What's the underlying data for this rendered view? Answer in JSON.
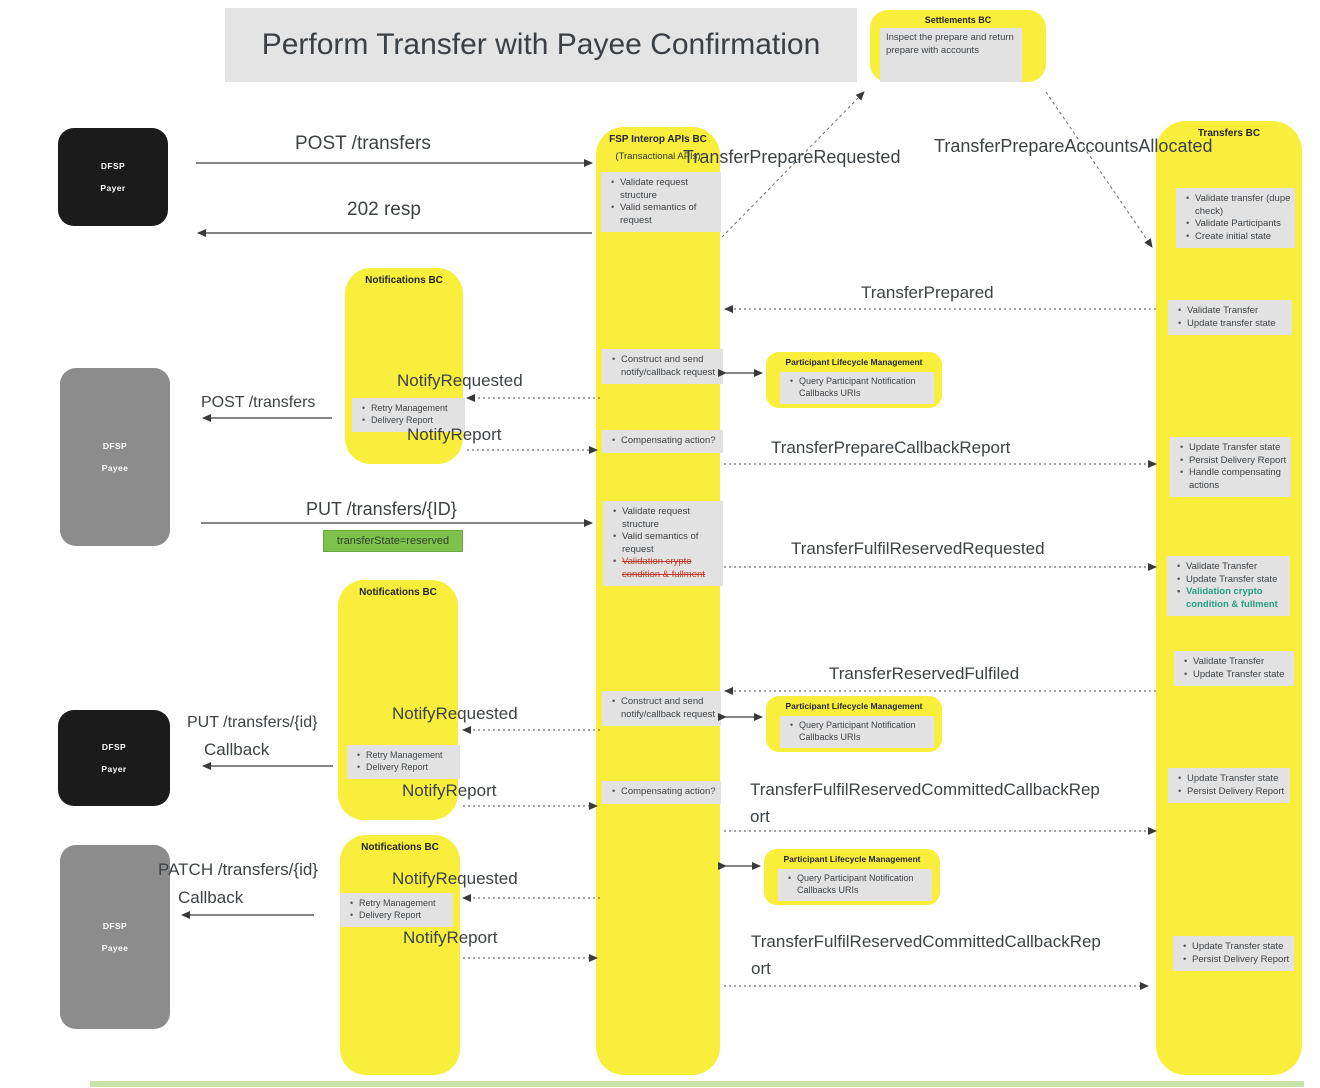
{
  "title": "Perform Transfer with Payee Confirmation",
  "settlements": {
    "title": "Settlements BC",
    "note": "Inspect the prepare and return prepare with accounts"
  },
  "actors": {
    "payer": {
      "line1": "DFSP",
      "line2": "Payer"
    },
    "payee": {
      "line1": "DFSP",
      "line2": "Payee"
    }
  },
  "lanes": {
    "fsp": {
      "title": "FSP Interop APIs BC",
      "subtitle": "(Transactional APIs)"
    },
    "transfers": {
      "title": "Transfers BC"
    },
    "notifications": {
      "title": "Notifications BC"
    }
  },
  "plm": {
    "title": "Participant Lifecycle Management",
    "item": "Query Participant Notification Callbacks URIs"
  },
  "notes": {
    "fsp_validate1": [
      "Validate request structure",
      "Valid semantics of request"
    ],
    "fsp_construct": [
      "Construct and send notify/callback request"
    ],
    "fsp_compensating": [
      "Compensating action?"
    ],
    "fsp_validate2": [
      "Validate request structure",
      "Valid semantics of request",
      "Validation crypto condition & fullment"
    ],
    "notif_retry": [
      "Retry Management",
      "Delivery Report"
    ],
    "tr_initial": [
      "Validate transfer (dupe check)",
      "Validate Participants",
      "Create initial state"
    ],
    "tr_validate_update": [
      "Validate Transfer",
      "Update transfer state"
    ],
    "tr_update_persist_handle": [
      "Update Transfer state",
      "Persist Delivery Report",
      "Handle compensating actions"
    ],
    "tr_validate_crypto": [
      "Validate Transfer",
      "Update Transfer state",
      "Validation crypto condition & fullment"
    ],
    "tr_validate_update2": [
      "Validate Transfer",
      "Update Transfer state"
    ],
    "tr_update_persist": [
      "Update Transfer state",
      "Persist Delivery Report"
    ]
  },
  "messages": {
    "post_transfers": "POST /transfers",
    "resp_202": "202 resp",
    "transfer_prepare_requested": "TransferPrepareRequested",
    "transfer_prepare_accounts_allocated": "TransferPrepareAccountsAllocated",
    "transfer_prepared": "TransferPrepared",
    "notify_requested": "NotifyRequested",
    "notify_report": "NotifyReport",
    "transfer_prepare_callback_report": "TransferPrepareCallbackReport",
    "put_transfers_id_upper": "PUT /transfers/{ID}",
    "transfer_state_reserved": "transferState=reserved",
    "transfer_fulfil_reserved_requested": "TransferFulfilReservedRequested",
    "transfer_reserved_fulfiled": "TransferReservedFulfiled",
    "put_transfers_id": "PUT /transfers/{id}",
    "callback": "Callback",
    "patch_transfers_id": "PATCH /transfers/{id}",
    "transfer_fulfil_reserved_committed_callback_report": "TransferFulfilReservedCommittedCallbackReport"
  },
  "colors": {
    "lane_yellow": "#f8ee3b",
    "note_gray": "#e2e2e2",
    "title_bar": "#e4e4e4",
    "actor_black": "#1b1b1b",
    "actor_gray": "#8c8c8c",
    "tag_green": "#7dc24a",
    "strike_red": "#c0392b",
    "crypto_green": "#27a083",
    "bottom_bar_green": "#c9e3ab"
  }
}
